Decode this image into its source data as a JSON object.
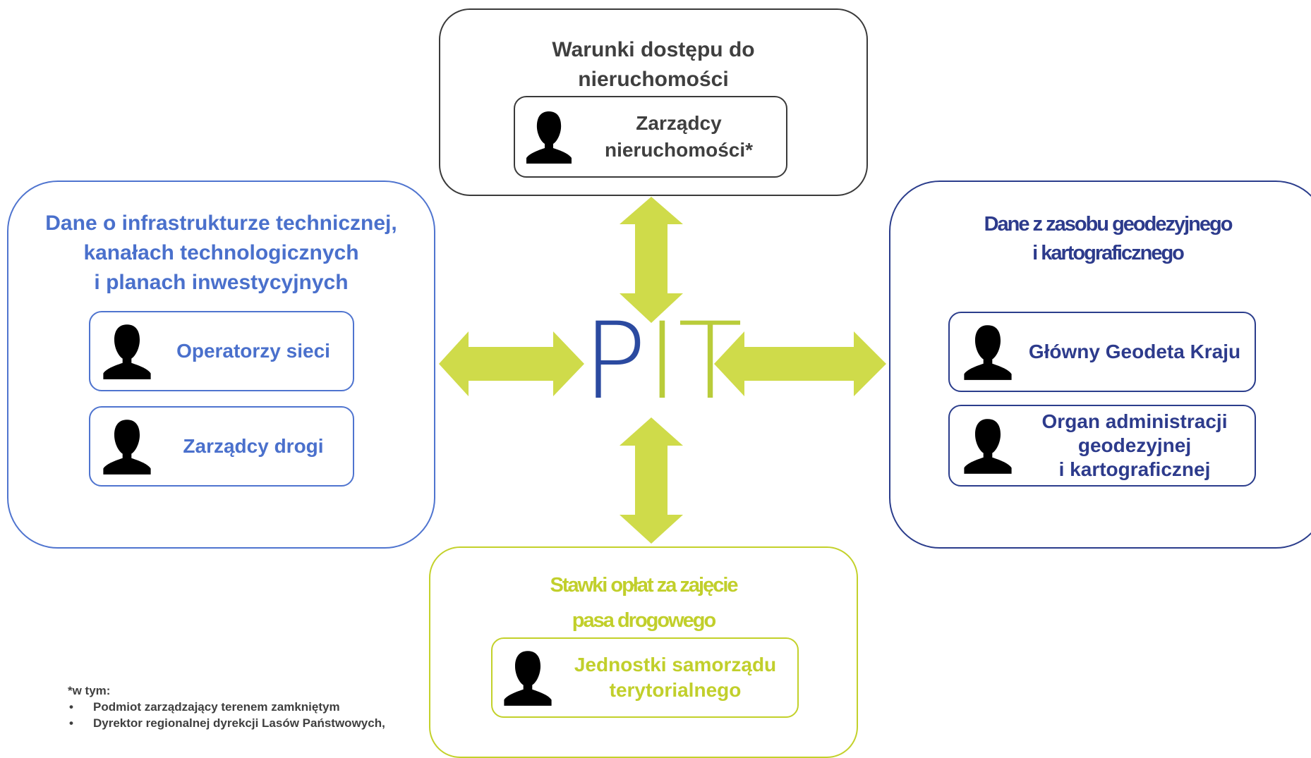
{
  "center_logo": {
    "letters": [
      "P",
      "I",
      "T"
    ]
  },
  "colors": {
    "top": "#3a3a3a",
    "left": "#4f74cf",
    "right": "#2b3d8c",
    "bottom": "#c3d12a",
    "arrow": "#cfdb4a",
    "logo_p": "#2b4aa0",
    "logo_it": "#b9cc3a"
  },
  "panels": {
    "top": {
      "title_lines": [
        "Warunki dostępu do",
        "nieruchomości"
      ],
      "actors": [
        {
          "icon": "person-icon",
          "label_lines": [
            "Zarządcy",
            "nieruchomości*"
          ]
        }
      ]
    },
    "left": {
      "title_lines": [
        "Dane o infrastrukturze technicznej,",
        "kanałach technologicznych",
        "i planach inwestycyjnych"
      ],
      "actors": [
        {
          "icon": "person-icon",
          "label_lines": [
            "Operatorzy sieci"
          ]
        },
        {
          "icon": "person-icon",
          "label_lines": [
            "Zarządcy drogi"
          ]
        }
      ]
    },
    "right": {
      "title_lines": [
        "Dane z zasobu geodezyjnego",
        "i kartograficznego"
      ],
      "actors": [
        {
          "icon": "person-icon",
          "label_lines": [
            "Główny Geodeta Kraju"
          ]
        },
        {
          "icon": "person-icon",
          "label_lines": [
            "Organ administracji",
            "geodezyjnej",
            "i kartograficznej"
          ]
        }
      ]
    },
    "bottom": {
      "title_lines": [
        "Stawki opłat za zajęcie",
        "pasa drogowego"
      ],
      "actors": [
        {
          "icon": "person-icon",
          "label_lines": [
            "Jednostki samorządu",
            "terytorialnego"
          ]
        }
      ]
    }
  },
  "footnote": {
    "heading": "*w tym:",
    "items": [
      "Podmiot zarządzający terenem zamkniętym",
      "Dyrektor regionalnej dyrekcji Lasów Państwowych,"
    ]
  }
}
